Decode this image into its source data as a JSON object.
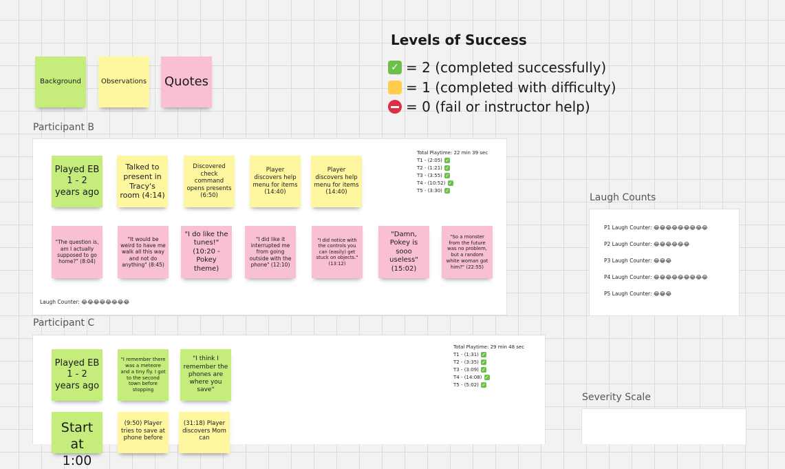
{
  "key": {
    "background": "Background",
    "observations": "Observations",
    "quotes": "Quotes"
  },
  "levels": {
    "title": "Levels of Success",
    "rows": [
      {
        "icon": "check-icon",
        "text": "= 2 (completed successfully)",
        "color": "#6cc04a"
      },
      {
        "icon": "yellow-square-icon",
        "text": "= 1 (completed with difficulty)",
        "color": "#ffcc4d"
      },
      {
        "icon": "no-entry-icon",
        "text": "= 0 (fail or instructor help)",
        "color": "#dd2e44"
      }
    ]
  },
  "participant_b": {
    "label": "Participant B",
    "background_note": "Played EB 1 - 2 years ago",
    "observations": [
      "Talked to present in Tracy's room (4:14)",
      "Discovered check command opens presents (6:50)",
      "Player discovers help menu for items (14:40)",
      "Player discovers help menu for items (14:40)"
    ],
    "quotes": [
      "\"The question is, am I actually supposed to go home?\" (8:04)",
      "\"It would be weird to have me walk all this way and not do anything\" (8:45)",
      "\"I do like the tunes!\" (10:20 - Pokey theme)",
      "\"I did like it interrupted me from going outside with the phone\" (12:10)",
      "\"I did notice with the controls you can (easily) get stuck on objects.\" (13:12)",
      "\"Damn, Pokey is sooo useless\" (15:02)",
      "\"So a monster from the future was no problem, but a random white woman got him?\" (22:55)"
    ],
    "total": "Total Playtime: 22 min 39 sec",
    "tasks": [
      "T1 - (2:05)",
      "T2 - (1:21)",
      "T3 - (3:55)",
      "T4 - (10:52)",
      "T5 - (3:30)"
    ],
    "laugh": "Laugh Counter: 😂😂😂😂😂😂😂😂"
  },
  "participant_c": {
    "label": "Participant C",
    "background_note": "Played EB 1 - 2 years ago",
    "quotes_green": [
      "\"I remember there was a meteore and a tiny fly. I got to the second town before stopping",
      "\"I think I remember the phones are where you save\""
    ],
    "start": "Start at 1:00",
    "observations": [
      "(9:50) Player tries to save at phone before",
      "(31:18) Player discovers Mom can"
    ],
    "total": "Total Playtime: 29 min 48 sec",
    "tasks": [
      "T1 - (1:31)",
      "T2 - (3:35)",
      "T3 - (3:09)",
      "T4 - (14:08)",
      "T5 - (5:02)"
    ]
  },
  "laugh_counts": {
    "label": "Laugh Counts",
    "rows": [
      "P1 Laugh Counter: 😂😂😂😂😂😂😂😂😂",
      "P2 Laugh Counter: 😂😂😂😂😂😂",
      "P3 Laugh Counter: 😂😂😂",
      "P4 Laugh Counter: 😂😂😂😂😂😂😂😂😂",
      "P5 Laugh Counter: 😂😂😂"
    ]
  },
  "severity": {
    "label": "Severity Scale"
  }
}
